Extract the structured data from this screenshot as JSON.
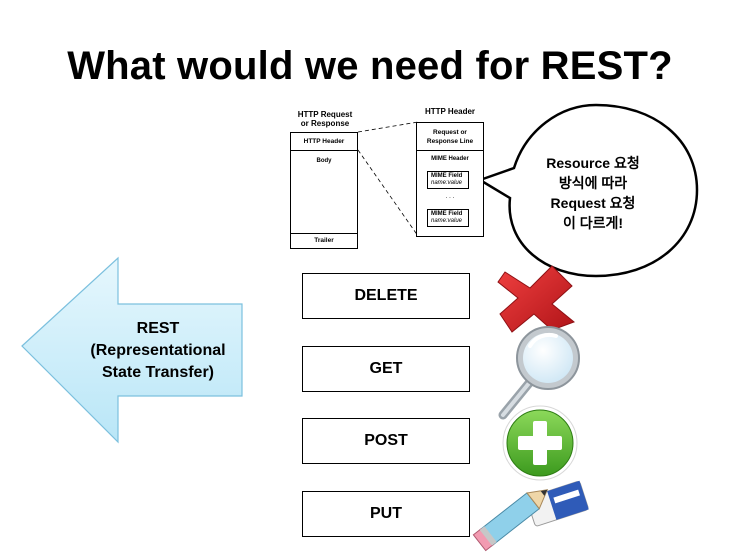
{
  "slide": {
    "title": "What would we need for REST?"
  },
  "http_diagram": {
    "left_label_line1": "HTTP Request",
    "left_label_line2": "or Response",
    "right_label": "HTTP Header",
    "left_cells": {
      "header": "HTTP Header",
      "body": "Body",
      "trailer": "Trailer"
    },
    "right_cells": {
      "request_line_1": "Request or",
      "request_line_2": "Response Line",
      "mime_header": "MIME Header",
      "mime_field_1_name": "MIME Field",
      "mime_field_1_value": "name:value",
      "ellipsis": ". . .",
      "mime_field_2_name": "MIME Field",
      "mime_field_2_value": "name:value"
    }
  },
  "bubble": {
    "line1": "Resource 요청",
    "line2": "방식에 따라",
    "line3": "Request 요청",
    "line4": "이 다르게!"
  },
  "rest_arrow": {
    "line1": "REST",
    "line2": "(Representational",
    "line3": "State Transfer)"
  },
  "methods": [
    {
      "label": "DELETE",
      "icon": "red-x-icon"
    },
    {
      "label": "GET",
      "icon": "magnifier-icon"
    },
    {
      "label": "POST",
      "icon": "green-plus-icon"
    },
    {
      "label": "PUT",
      "icon": "pencil-eraser-icon"
    }
  ],
  "colors": {
    "arrow_fill": "#cdeefa",
    "arrow_stroke": "#6fb8d8",
    "delete_red": "#d42027",
    "post_green": "#4fae2a"
  }
}
